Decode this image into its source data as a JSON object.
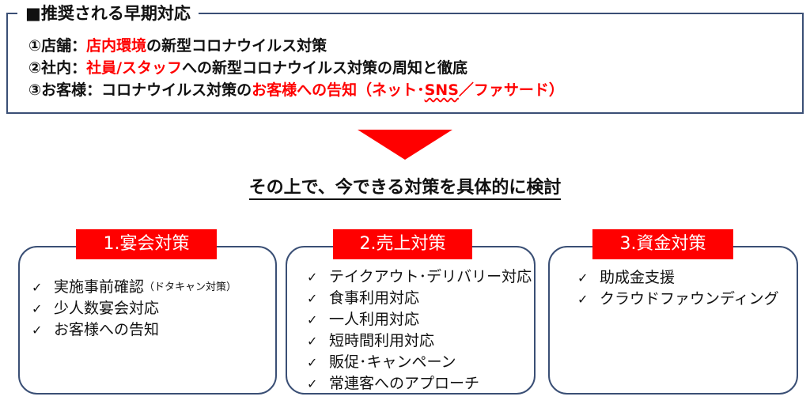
{
  "early_response": {
    "title": "■推奨される早期対応",
    "lines": [
      {
        "p1": "①店舗：",
        "r1": "店内環境",
        "p2": "の新型コロナウイルス対策",
        "r2": "",
        "p3": ""
      },
      {
        "p1": "②社内：",
        "r1": "社員/スタッフ",
        "p2": "への新型コロナウイルス対策の周知と徹底",
        "r2": "",
        "p3": ""
      },
      {
        "p1": "③お客様：コロナウイルス対策の",
        "r1": "お客様への告知（ネット･",
        "r2": "SNS",
        "p3": "／ファサード）",
        "p2": ""
      }
    ]
  },
  "subtitle": "その上で、今できる対策を具体的に検討",
  "check_icon": "checkmark-icon",
  "colors": {
    "accent": "#ff0000",
    "border": "#3a4f75"
  },
  "cards": [
    {
      "label": "1.宴会対策",
      "items": [
        {
          "text": "実施事前確認",
          "note": "（ドタキャン対策）"
        },
        {
          "text": "少人数宴会対応",
          "note": ""
        },
        {
          "text": "お客様への告知",
          "note": ""
        }
      ]
    },
    {
      "label": "2.売上対策",
      "items": [
        {
          "text": "テイクアウト･デリバリー対応",
          "note": ""
        },
        {
          "text": "食事利用対応",
          "note": ""
        },
        {
          "text": "一人利用対応",
          "note": ""
        },
        {
          "text": "短時間利用対応",
          "note": ""
        },
        {
          "text": "販促･キャンペーン",
          "note": ""
        },
        {
          "text": "常連客へのアプローチ",
          "note": ""
        }
      ]
    },
    {
      "label": "3.資金対策",
      "items": [
        {
          "text": "助成金支援",
          "note": ""
        },
        {
          "text": "クラウドファウンディング",
          "note": ""
        }
      ]
    }
  ]
}
